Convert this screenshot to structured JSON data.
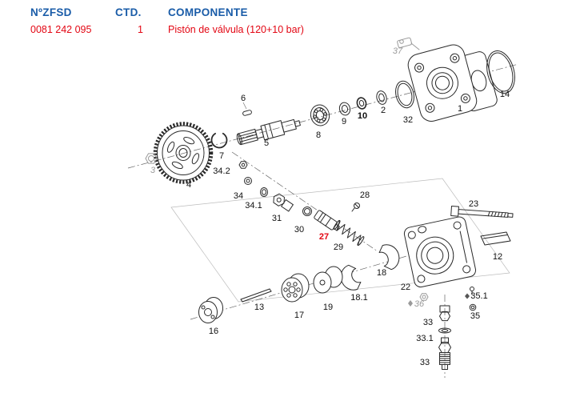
{
  "table": {
    "headers": {
      "zfsd": "NºZFSD",
      "qty": "CTD.",
      "component": "COMPONENTE"
    },
    "row": {
      "zfsd": "0081 242 095",
      "qty": "1",
      "component": "Pistón de válvula (120+10 bar)"
    }
  },
  "colors": {
    "header_blue": "#1a5ca8",
    "highlight_red": "#e30613",
    "line_black": "#2a2a2a",
    "reference_gray": "#9a9a9a"
  },
  "diagram": {
    "parts": [
      {
        "label": "37",
        "style": "reference"
      },
      {
        "label": "1",
        "style": "normal"
      },
      {
        "label": "14",
        "style": "normal"
      },
      {
        "label": "32",
        "style": "normal"
      },
      {
        "label": "2",
        "style": "normal"
      },
      {
        "label": "10",
        "style": "emphasis"
      },
      {
        "label": "9",
        "style": "normal"
      },
      {
        "label": "8",
        "style": "normal"
      },
      {
        "label": "6",
        "style": "normal"
      },
      {
        "label": "5",
        "style": "normal"
      },
      {
        "label": "7",
        "style": "normal"
      },
      {
        "label": "34.2",
        "style": "normal"
      },
      {
        "label": "4",
        "style": "normal"
      },
      {
        "label": "3",
        "style": "reference"
      },
      {
        "label": "34",
        "style": "normal"
      },
      {
        "label": "34.1",
        "style": "normal"
      },
      {
        "label": "31",
        "style": "normal"
      },
      {
        "label": "30",
        "style": "normal"
      },
      {
        "label": "27",
        "style": "highlighted"
      },
      {
        "label": "28",
        "style": "normal"
      },
      {
        "label": "29",
        "style": "normal"
      },
      {
        "label": "23",
        "style": "normal"
      },
      {
        "label": "12",
        "style": "normal"
      },
      {
        "label": "22",
        "style": "normal"
      },
      {
        "label": "18",
        "style": "normal"
      },
      {
        "label": "18.1",
        "style": "normal"
      },
      {
        "label": "19",
        "style": "normal"
      },
      {
        "label": "17",
        "style": "normal"
      },
      {
        "label": "13",
        "style": "normal"
      },
      {
        "label": "16",
        "style": "normal"
      },
      {
        "label": "36",
        "style": "reference"
      },
      {
        "label": "35.1",
        "style": "normal"
      },
      {
        "label": "35",
        "style": "normal"
      },
      {
        "label": "33",
        "style": "normal"
      },
      {
        "label": "33.1",
        "style": "normal"
      },
      {
        "label": "33",
        "style": "normal"
      }
    ]
  }
}
